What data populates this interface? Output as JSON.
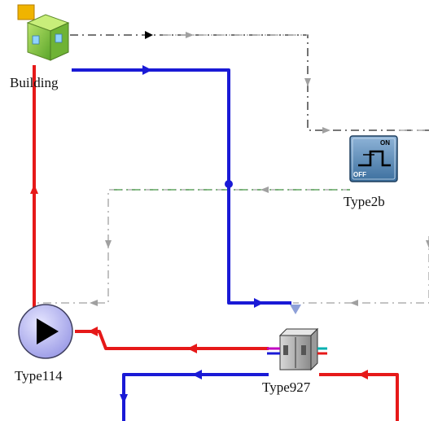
{
  "components": {
    "building": {
      "label": "Building",
      "icon": "building-icon"
    },
    "controller": {
      "label": "Type2b",
      "icon": "controller-icon",
      "on_text": "ON",
      "off_text": "OFF"
    },
    "pump": {
      "label": "Type114",
      "icon": "pump-icon"
    },
    "heat_pump": {
      "label": "Type927",
      "icon": "heat-pump-icon"
    }
  },
  "colors": {
    "hot_pipe": "#e61919",
    "cold_pipe": "#1a1ad6",
    "control_link": "#a0a0a0",
    "signal_link": "#2e8b2e",
    "data_link": "#000000"
  }
}
